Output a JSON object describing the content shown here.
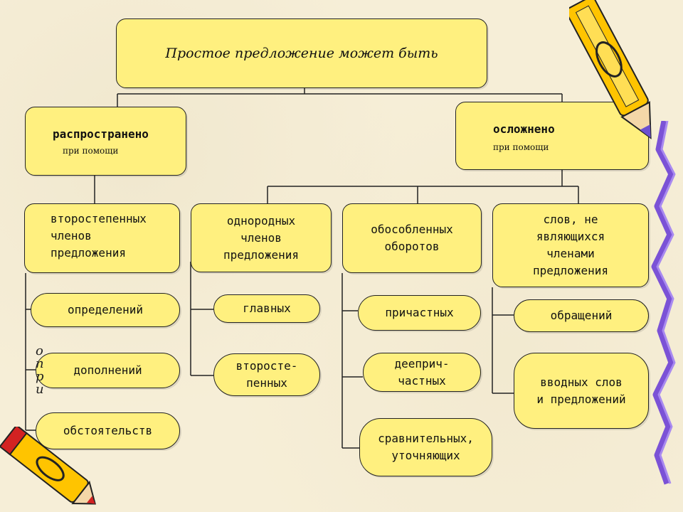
{
  "diagram": {
    "root": "Простое предложение может быть",
    "left_branch": {
      "title": "распространено",
      "subtitle": "при помощи"
    },
    "right_branch": {
      "title": "осложнено",
      "subtitle": "при помощи"
    },
    "categories": {
      "secondary_members": "второстепенных\nчленов\nпредложения",
      "homogeneous": "однородных\nчленов\nпредложения",
      "isolated": "обособленных\nоборотов",
      "non_members": "слов, не\nявляющихся\nчленами\nпредложения"
    },
    "items": {
      "definitions": "определений",
      "objects": "дополнений",
      "circumstances": "обстоятельств",
      "main": "главных",
      "secondary": "второсте-\nпенных",
      "participial": "причастных",
      "adverbial_participial": "дееприч-\nчастных",
      "comparative": "сравнительных,\nуточняющих",
      "address": "обращений",
      "introductory": "вводных слов\nи предложений"
    },
    "overflow_glyphs": "о\nп\nр\nи"
  },
  "colors": {
    "box_fill": "#fff07f",
    "border": "#222222",
    "background": "#f6eed7",
    "ribbon": "#7b52d6",
    "pencil_yellow": "#ffc400",
    "pencil_red": "#d32222"
  }
}
